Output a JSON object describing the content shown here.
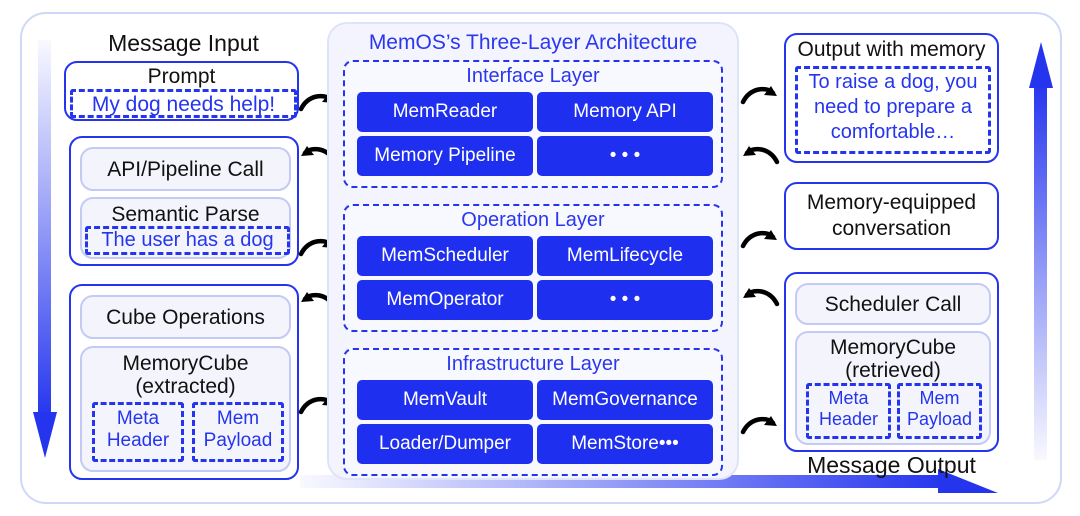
{
  "diagram": {
    "left_panel": {
      "title": "Message Input",
      "prompt_card": {
        "label": "Prompt",
        "quote": "My dog needs help!"
      },
      "pipeline_card": {
        "api_call": "API/Pipeline Call",
        "semantic_parse": "Semantic Parse",
        "parse_quote": "The user has a dog"
      },
      "cube_card": {
        "cube_ops": "Cube Operations",
        "memorycube_line1": "MemoryCube",
        "memorycube_line2": "(extracted)",
        "meta_header_line1": "Meta",
        "meta_header_line2": "Header",
        "mem_payload_line1": "Mem",
        "mem_payload_line2": "Payload"
      }
    },
    "mid_panel": {
      "title": "MemOS’s Three-Layer Architecture",
      "layers": [
        {
          "name": "Interface Layer",
          "chips": [
            "MemReader",
            "Memory API",
            "Memory Pipeline",
            "• • •"
          ]
        },
        {
          "name": "Operation Layer",
          "chips": [
            "MemScheduler",
            "MemLifecycle",
            "MemOperator",
            "• • •"
          ]
        },
        {
          "name": "Infrastructure Layer",
          "chips": [
            "MemVault",
            "MemGovernance",
            "Loader/Dumper",
            "MemStore•••"
          ]
        }
      ]
    },
    "right_panel": {
      "output_card": {
        "label": "Output with memory",
        "quote_line1": "To raise a dog, you",
        "quote_line2": "need to prepare a",
        "quote_line3": "comfortable…"
      },
      "conversation_card": {
        "line1": "Memory-equipped",
        "line2": "conversation"
      },
      "scheduler_card": {
        "scheduler_call": "Scheduler Call",
        "memorycube_line1": "MemoryCube",
        "memorycube_line2": "(retrieved)",
        "meta_header_line1": "Meta",
        "meta_header_line2": "Header",
        "mem_payload_line1": "Mem",
        "mem_payload_line2": "Payload"
      },
      "title": "Message Output"
    },
    "colors": {
      "primary_blue": "#2535ee",
      "chip_blue": "#1f2ff0",
      "panel_bg": "#f3f4fd",
      "soft_border": "#c3caf5",
      "frame_border": "#cfd8f7",
      "text_black": "#111111"
    }
  }
}
